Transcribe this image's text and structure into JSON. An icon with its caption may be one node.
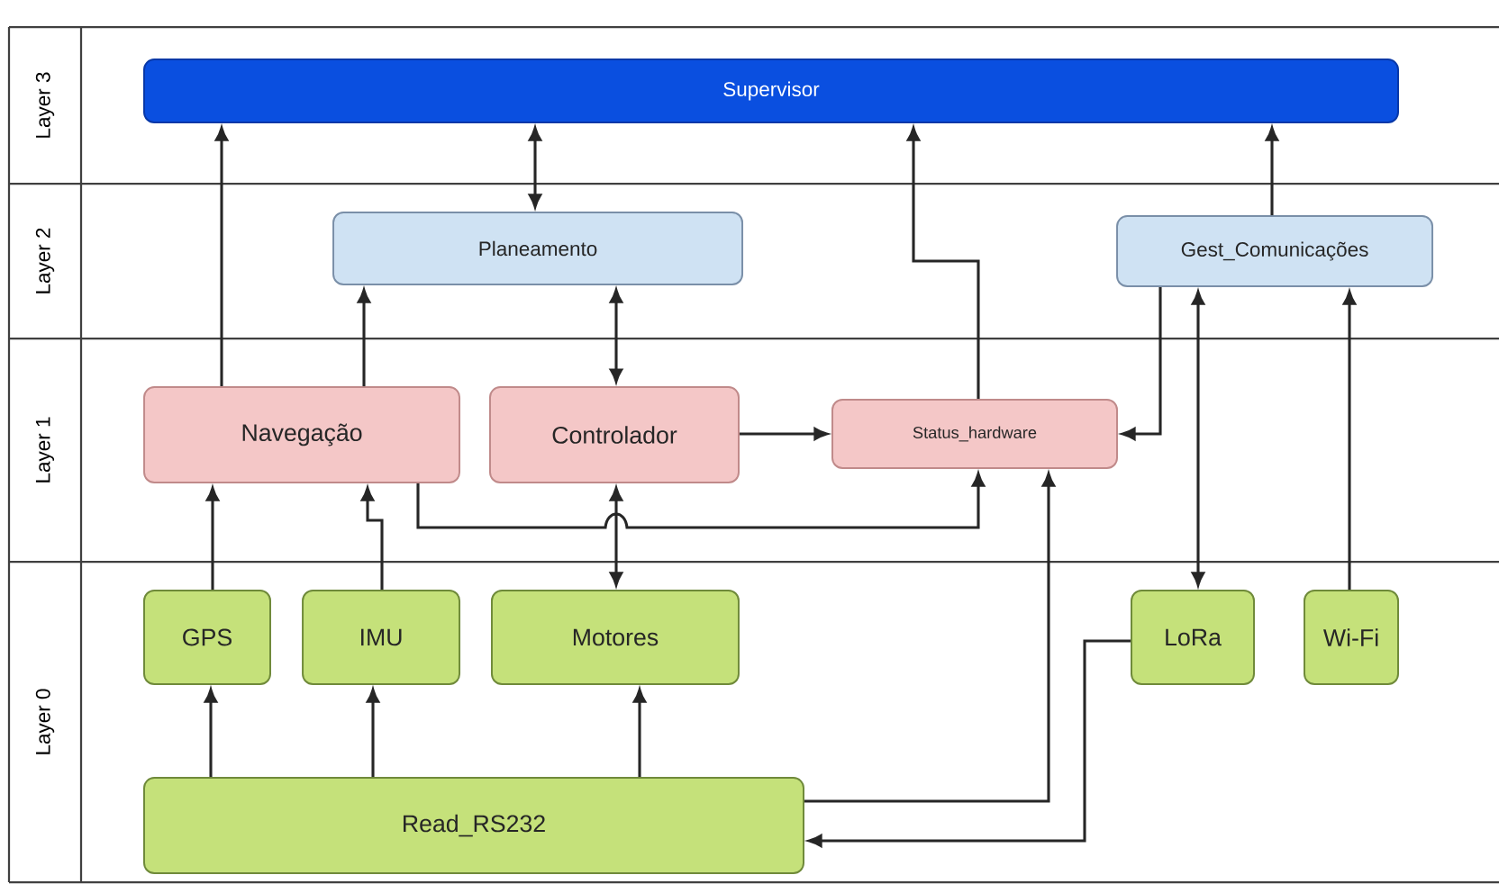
{
  "diagram": {
    "nodes": [
      {
        "text": [
          "Supervisor"
        ]
      },
      {
        "text": [
          "Planeamento"
        ]
      },
      {
        "text": [
          "Gest_Comunicações"
        ]
      },
      {
        "text": [
          "Navegação"
        ]
      },
      {
        "text": [
          "Controlador"
        ]
      },
      {
        "text": [
          "Status_hardware"
        ]
      },
      {
        "text": [
          "GPS"
        ]
      },
      {
        "text": [
          "IMU"
        ]
      },
      {
        "text": [
          "Motores"
        ]
      },
      {
        "text": [
          "LoRa"
        ]
      },
      {
        "text": [
          "Wi-Fi"
        ]
      },
      {
        "text": [
          "Read_RS232"
        ]
      }
    ],
    "edges": [
      {
        "from": 3,
        "to": 0,
        "arrow": "to"
      },
      {
        "from": 1,
        "to": 0,
        "arrow": "both"
      },
      {
        "from": 3,
        "to": 1,
        "arrow": "to"
      },
      {
        "from": 4,
        "to": 1,
        "arrow": "both"
      },
      {
        "from": 5,
        "to": 0,
        "arrow": "to"
      },
      {
        "from": 2,
        "to": 0,
        "arrow": "to"
      },
      {
        "from": 4,
        "to": 5,
        "arrow": "to"
      },
      {
        "from": 2,
        "to": 5,
        "arrow": "to"
      },
      {
        "from": 3,
        "to": 5,
        "arrow": "to"
      },
      {
        "from": 4,
        "to": 8,
        "arrow": "both"
      },
      {
        "from": 6,
        "to": 3,
        "arrow": "to"
      },
      {
        "from": 7,
        "to": 3,
        "arrow": "to"
      },
      {
        "from": 11,
        "to": 6,
        "arrow": "to"
      },
      {
        "from": 11,
        "to": 7,
        "arrow": "to"
      },
      {
        "from": 11,
        "to": 8,
        "arrow": "to"
      },
      {
        "from": 11,
        "to": 5,
        "arrow": "to"
      },
      {
        "from": 9,
        "to": 11,
        "arrow": "to"
      },
      {
        "from": 2,
        "to": 9,
        "arrow": "both"
      },
      {
        "from": 10,
        "to": 2,
        "arrow": "to"
      }
    ],
    "labels": [
      "Layer 3",
      "Layer 2",
      "Layer 1",
      "Layer 0"
    ]
  }
}
